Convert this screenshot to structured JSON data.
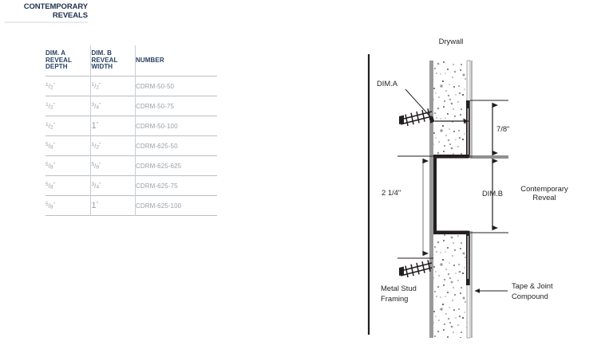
{
  "header": {
    "line1": "CONTEMPORARY",
    "line2": "REVEALS",
    "color": "#1f3150"
  },
  "table": {
    "columns": [
      {
        "id": "dim_a",
        "line1": "DIM. A",
        "line2": "REVEAL",
        "line3": "DEPTH"
      },
      {
        "id": "dim_b",
        "line1": "DIM. B",
        "line2": "REVEAL",
        "line3": "WIDTH"
      },
      {
        "id": "number",
        "line1": "NUMBER",
        "line2": "",
        "line3": ""
      }
    ],
    "rows": [
      {
        "dim_a": "1/2\"",
        "dim_b": "1/2\"",
        "number": "CDRM-50-50"
      },
      {
        "dim_a": "1/2\"",
        "dim_b": "3/4\"",
        "number": "CDRM-50-75"
      },
      {
        "dim_a": "1/2\"",
        "dim_b": "1\"",
        "number": "CDRM-50-100"
      },
      {
        "dim_a": "5/8\"",
        "dim_b": "1/2\"",
        "number": "CDRM-625-50"
      },
      {
        "dim_a": "5/8\"",
        "dim_b": "5/8\"",
        "number": "CDRM-625-625"
      },
      {
        "dim_a": "5/8\"",
        "dim_b": "3/4\"",
        "number": "CDRM-625-75"
      },
      {
        "dim_a": "5/8\"",
        "dim_b": "1\"",
        "number": "CDRM-625-100"
      }
    ]
  },
  "drawing": {
    "labels": {
      "drywall": "Drywall",
      "dim_a": "DIM.A",
      "dim_b": "DIM.B",
      "seven_eighths": "7/8\"",
      "two_quarter": "2 1/4\"",
      "contemporary_reveal_l1": "Contemporary",
      "contemporary_reveal_l2": "Reveal",
      "metal_stud_l1": "Metal Stud",
      "metal_stud_l2": "Framing",
      "tape_joint_l1": "Tape & Joint",
      "tape_joint_l2": "Compound"
    },
    "dimensions": {
      "overall_reveal_span": "2 1/4\"",
      "upper_offset": "7/8\""
    }
  }
}
